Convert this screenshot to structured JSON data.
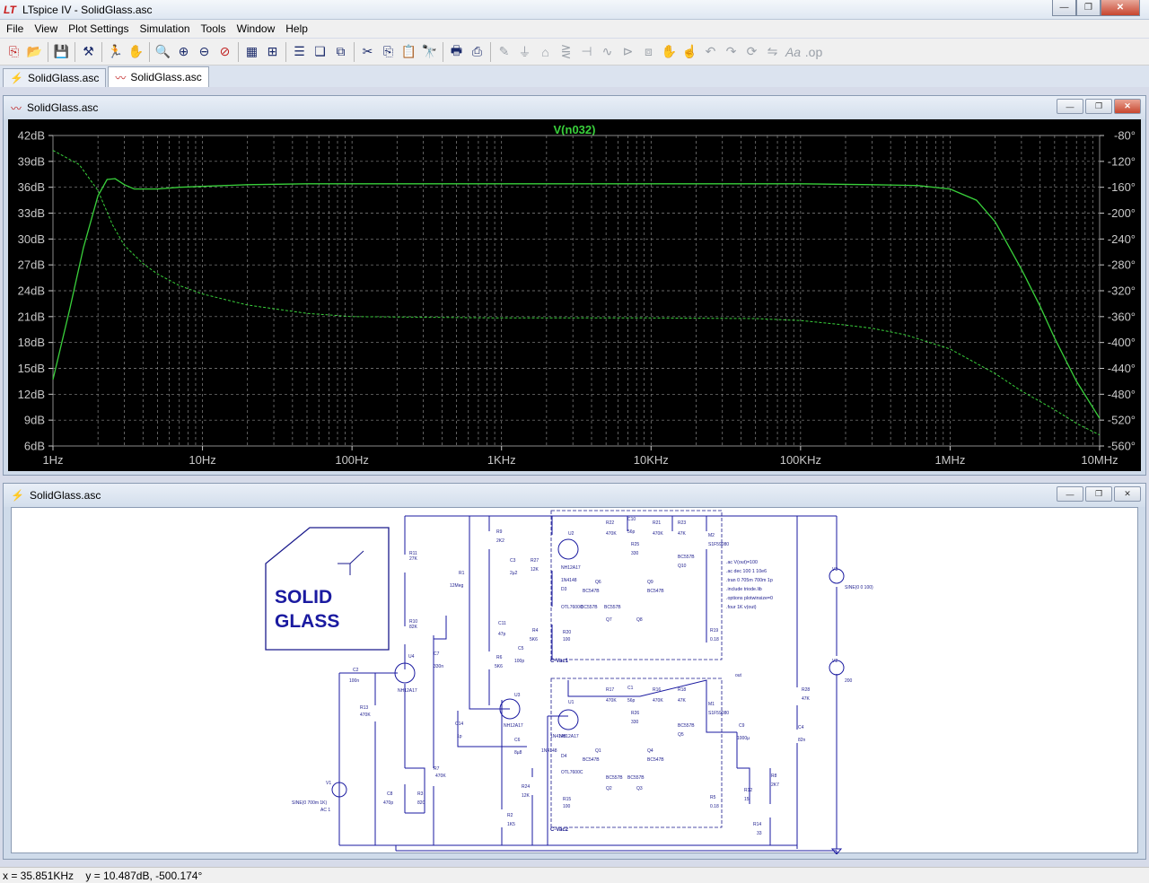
{
  "app": {
    "title": "LTspice IV - SolidGlass.asc"
  },
  "menu": [
    "File",
    "View",
    "Plot Settings",
    "Simulation",
    "Tools",
    "Window",
    "Help"
  ],
  "toolbar": {
    "icons": [
      "new-schematic-icon",
      "open-icon",
      "save-icon",
      "control-panel-icon",
      "run-icon",
      "halt-icon",
      "zoom-in-icon",
      "zoom-full-icon",
      "zoom-out-icon",
      "zoom-cancel-icon",
      "autorange-icon",
      "plot-setting-icon",
      "tile-horizontal-icon",
      "cascade-icon",
      "close-all-icon",
      "cut-icon",
      "copy-icon",
      "paste-icon",
      "find-icon",
      "print-setup-icon",
      "print-icon",
      "wire-icon",
      "ground-icon",
      "label-icon",
      "resistor-icon",
      "capacitor-icon",
      "inductor-icon",
      "diode-icon",
      "component-icon",
      "move-icon",
      "drag-icon",
      "undo-icon",
      "redo-icon",
      "rotate-icon",
      "mirror-icon",
      "text-icon",
      "spice-directive-icon"
    ]
  },
  "tabs": [
    {
      "label": "SolidGlass.asc",
      "icon": "schematic-icon",
      "active": false
    },
    {
      "label": "SolidGlass.asc",
      "icon": "waveform-icon",
      "active": true
    }
  ],
  "plot_window": {
    "title": "SolidGlass.asc",
    "icon": "waveform-icon"
  },
  "schematic_window": {
    "title": "SolidGlass.asc",
    "icon": "schematic-icon"
  },
  "chart_data": {
    "type": "line",
    "title": "V(n032)",
    "x_scale": "log",
    "x_range": [
      1,
      10000000
    ],
    "x_ticks": [
      "1Hz",
      "10Hz",
      "100Hz",
      "1KHz",
      "10KHz",
      "100KHz",
      "1MHz",
      "10MHz"
    ],
    "y_left_range": [
      6,
      42
    ],
    "y_left_ticks": [
      "42dB",
      "39dB",
      "36dB",
      "33dB",
      "30dB",
      "27dB",
      "24dB",
      "21dB",
      "18dB",
      "15dB",
      "12dB",
      "9dB",
      "6dB"
    ],
    "y_right_range": [
      -560,
      -80
    ],
    "y_right_ticks": [
      "-80°",
      "-120°",
      "-160°",
      "-200°",
      "-240°",
      "-280°",
      "-320°",
      "-360°",
      "-400°",
      "-440°",
      "-480°",
      "-520°",
      "-560°"
    ],
    "grid": true,
    "colors": {
      "background": "#000000",
      "trace": "#39d03b",
      "grid": "#8a8a8a",
      "axis_text": "#c8c8c8",
      "title": "#39d03b"
    },
    "series": [
      {
        "name": "V(n032)",
        "quantity": "magnitude (dB)",
        "style": "solid",
        "x": [
          1,
          1.3,
          1.6,
          2,
          2.3,
          2.6,
          3,
          3.5,
          4,
          5,
          7,
          10,
          20,
          50,
          100,
          1000,
          10000,
          100000,
          300000,
          600000,
          1000000,
          1500000,
          2000000,
          3000000,
          4000000,
          5000000,
          7000000,
          10000000
        ],
        "y": [
          13.7,
          22,
          29,
          35,
          36.9,
          37.0,
          36.3,
          35.8,
          35.8,
          35.8,
          36.0,
          36.1,
          36.3,
          36.4,
          36.4,
          36.4,
          36.4,
          36.4,
          36.3,
          36.2,
          35.8,
          34.5,
          32,
          26.5,
          22.2,
          18.5,
          13.5,
          9.2
        ]
      },
      {
        "name": "V(n032)",
        "quantity": "phase (degrees)",
        "style": "dashed",
        "x": [
          1,
          1.5,
          2,
          2.5,
          3,
          4,
          5,
          7,
          10,
          20,
          50,
          100,
          1000,
          10000,
          50000,
          100000,
          200000,
          300000,
          500000,
          1000000,
          2000000,
          3000000,
          5000000,
          7000000,
          10000000
        ],
        "y": [
          -103,
          -125,
          -165,
          -218,
          -250,
          -278,
          -294,
          -312,
          -325,
          -342,
          -355,
          -360,
          -362,
          -362,
          -363,
          -366,
          -373,
          -378,
          -388,
          -410,
          -448,
          -475,
          -504,
          -525,
          -543
        ]
      }
    ]
  },
  "schematic": {
    "logo_lines": [
      "SOLID",
      "GLASS"
    ],
    "spice_directives": [
      ".ac V(out)=100",
      ".ac dec 100 1 10e6",
      ".tran 0 705m 700m 1p",
      ".include triode.lib",
      ".options plotwinsize=0",
      ".four 1K v(out)"
    ],
    "labels": {
      "v1": "V1",
      "v1_value": "SINE(0 700m 1K)",
      "v1_ac": "AC 1",
      "v2": "V2",
      "v2_value": "200",
      "v3": "V3",
      "v3_value": "SINE(0 0 100)",
      "u1": "U1",
      "u2": "U2",
      "u3": "U3",
      "u4": "U4",
      "tube": "NH12A17",
      "c_vac1": "C-Vac1",
      "c_vac2": "C-Vac2",
      "out": "out",
      "r11": "R11",
      "r11v": "27K",
      "r10": "R10",
      "r10v": "82K",
      "r13": "R13",
      "r13v": "470K",
      "r3": "R3",
      "r3v": "820",
      "r7": "R7",
      "r7v": "470K",
      "r1": "R1",
      "r1v": "12Meg",
      "r9": "R9",
      "r9v": "2K2",
      "r6": "R6",
      "r6v": "5K6",
      "r2": "R2",
      "r2v": "1K5",
      "r24": "R24",
      "r24v": "12K",
      "r27": "R27",
      "r27v": "12K",
      "r4": "R4",
      "r4v": "5K6",
      "r20": "R20",
      "r20v": "100",
      "r15": "R15",
      "r15v": "100",
      "r28": "R28",
      "r28v": "47K",
      "r8": "R8",
      "r8v": "2K7",
      "r12": "R12",
      "r12v": "15",
      "r14": "R14",
      "r14v": "33",
      "r19": "R19",
      "r19v": "0.18",
      "r5": "R5",
      "r5v": "0.18",
      "r22": "R22",
      "r22v": "470K",
      "r25": "R25",
      "r25v": "330",
      "r21": "R21",
      "r21v": "470K",
      "r23": "R23",
      "r23v": "47K",
      "r17": "R17",
      "r17v": "470K",
      "r26": "R26",
      "r26v": "330",
      "r16": "R16",
      "r16v": "470K",
      "r18": "R18",
      "r18v": "47K",
      "c2": "C2",
      "c2v": "100n",
      "c7": "C7",
      "c7v": "330n",
      "c8": "C8",
      "c8v": "470p",
      "c14": "C14",
      "c14v": "1p",
      "c3": "C3",
      "c3v": "2µ2",
      "c11": "C11",
      "c11v": "47p",
      "c5": "C5",
      "c5v": "100p",
      "c6": "C6",
      "c6v": "8µ8",
      "c10": "C10",
      "c10v": "56p",
      "c1": "C1",
      "c1v": "56p",
      "c9": "C9",
      "c9v": "1000µ",
      "c4": "C4",
      "c4v": "82n",
      "d1": "1N4148",
      "d2": "1N4148",
      "d3": "D3",
      "d4": "D4",
      "led": "OTL7600C",
      "q1": "Q1",
      "q2": "Q2",
      "q3": "Q3",
      "q4": "Q4",
      "q5": "Q5",
      "q6": "Q6",
      "q7": "Q7",
      "q8": "Q8",
      "q9": "Q9",
      "q10": "Q10",
      "bc547": "BC547B",
      "bc557": "BC557B",
      "m1": "M1",
      "m2": "M2",
      "mosfet": "S1F59080"
    }
  },
  "status": {
    "text": "x = 35.851KHz    y = 10.487dB, -500.174°"
  }
}
